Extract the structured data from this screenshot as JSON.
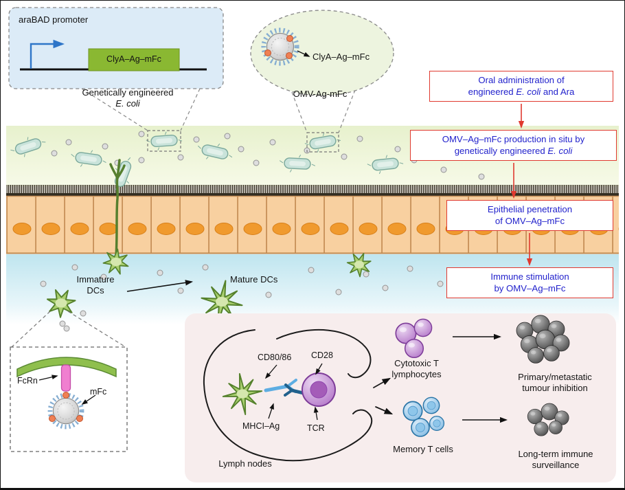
{
  "plasmid_box": {
    "promoter": "araBAD promoter",
    "gene": "ClyA–Ag–mFc",
    "caption_1": "Genetically engineered",
    "caption_2": "E. coli"
  },
  "omv_zoom": {
    "label": "ClyA–Ag–mFc",
    "caption": "OMV-Ag-mFc"
  },
  "flow": {
    "step1": {
      "l1": "Oral administration of",
      "l2a": "engineered ",
      "l2i": "E. coli",
      "l2b": " and Ara"
    },
    "step2": {
      "l1": "OMV–Ag–mFc production in situ by",
      "l2a": "genetically engineered ",
      "l2i": "E. coli",
      "l2b": ""
    },
    "step3": {
      "l1": "Epithelial penetration",
      "l2": "of OMV–Ag–mFc"
    },
    "step4": {
      "l1": "Immune stimulation",
      "l2": "by OMV–Ag–mFc"
    }
  },
  "scene": {
    "immature_1": "Immature",
    "immature_2": "DCs",
    "mature": "Mature DCs"
  },
  "fcrn_box": {
    "receptor": "FcRn",
    "ligand": "mFc"
  },
  "lymph": {
    "cd80": "CD80/86",
    "cd28": "CD28",
    "mhc": "MHCI–Ag",
    "tcr": "TCR",
    "caption": "Lymph nodes"
  },
  "outcomes": {
    "ctl_1": "Cytotoxic T",
    "ctl_2": "lymphocytes",
    "tumor_1": "Primary/metastatic",
    "tumor_2": "tumour inhibition",
    "memory": "Memory T cells",
    "surv_1": "Long-term immune",
    "surv_2": "surveillance"
  },
  "colors": {
    "flow_text_blue": "#2222cc",
    "flow_border_red": "#e0392f",
    "gene_green": "#8ab832",
    "dc_green": "#a9cf6f",
    "bacteria_teal": "#c9e3da",
    "epithelium_tan": "#f8d0a0",
    "nucleus_orange": "#f09a2e",
    "tcell_purple": "#ad6cc4",
    "memory_blue": "#79b5e0",
    "antigen_orange": "#ef8054",
    "lymph_panel_pink": "#f7eded"
  }
}
